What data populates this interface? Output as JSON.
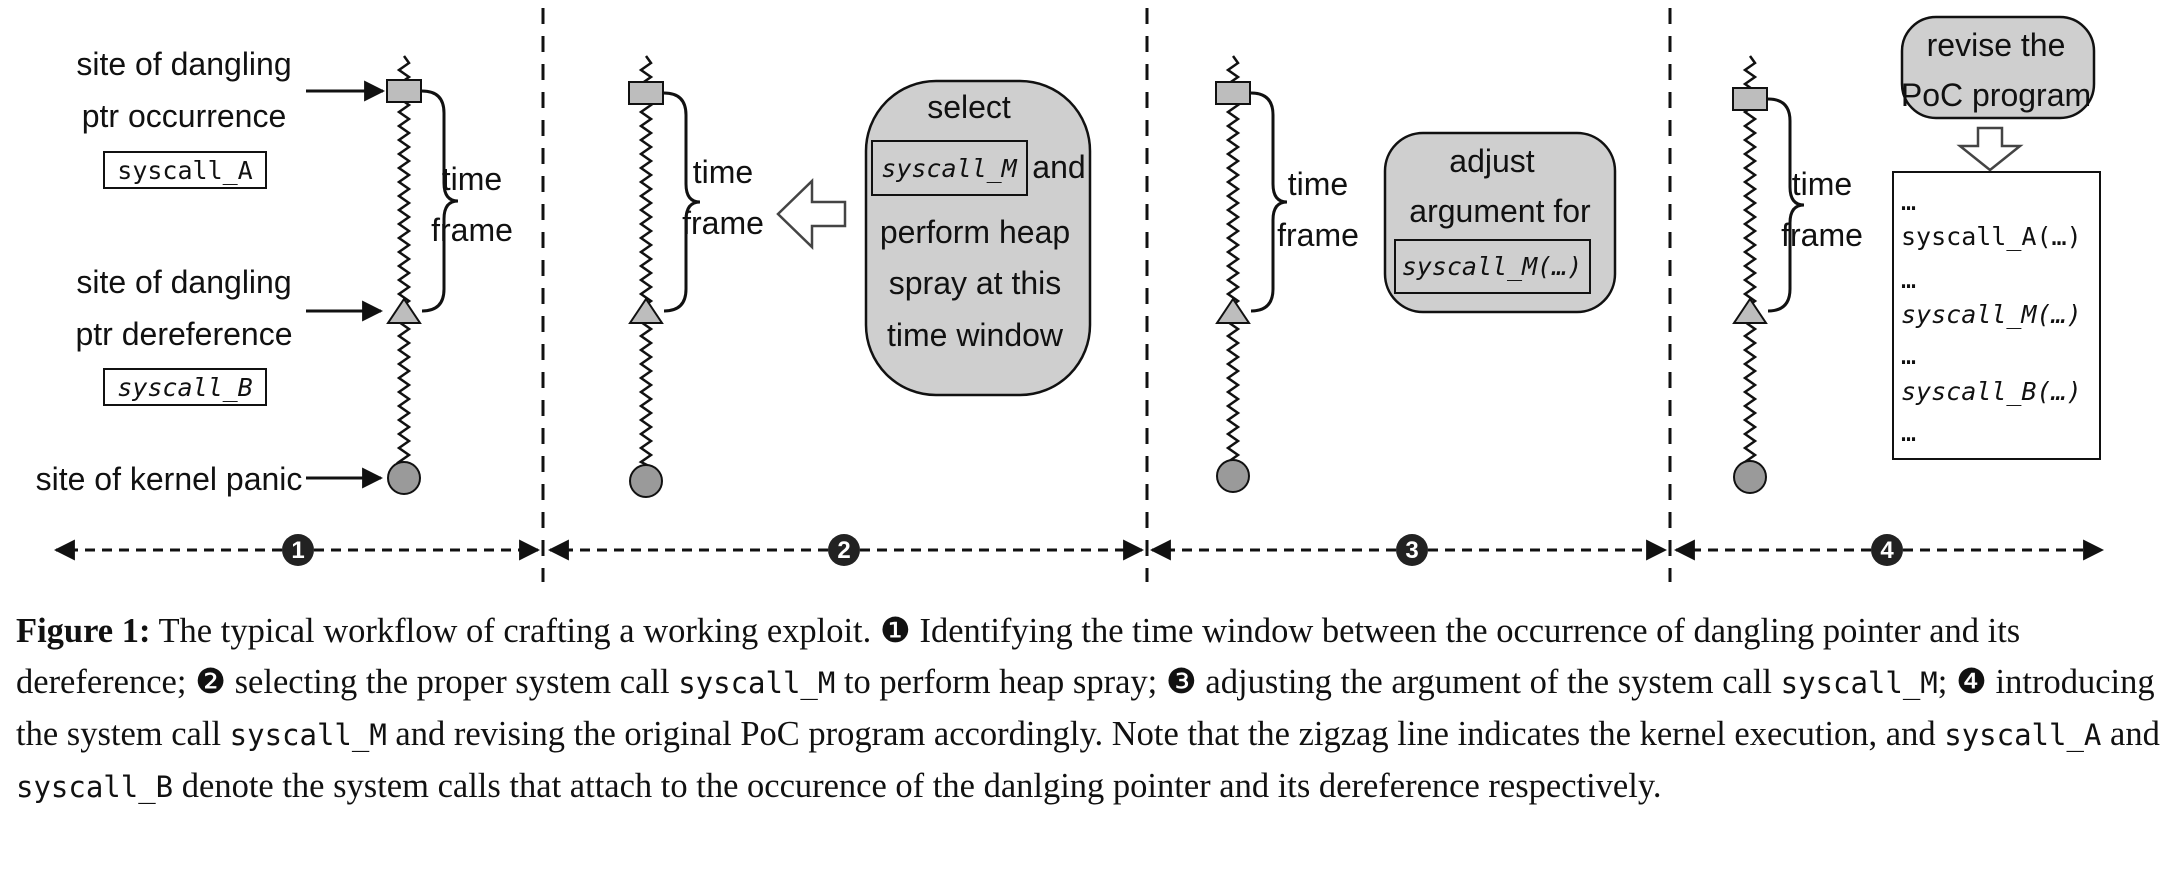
{
  "steps": [
    {
      "num": "1"
    },
    {
      "num": "2"
    },
    {
      "num": "3"
    },
    {
      "num": "4"
    }
  ],
  "panel1": {
    "occ_line1": "site of dangling",
    "occ_line2": "ptr occurrence",
    "syscall_a": "syscall_A",
    "deref_line1": "site of dangling",
    "deref_line2": "ptr dereference",
    "syscall_b": "syscall_B",
    "panic": "site of kernel panic",
    "tf1": "time",
    "tf2": "frame"
  },
  "panel2": {
    "tf1": "time",
    "tf2": "frame",
    "b1": "select",
    "b_code": "syscall_M",
    "b_and": "and",
    "b3": "perform heap",
    "b4": "spray at this",
    "b5": "time window"
  },
  "panel3": {
    "tf1": "time",
    "tf2": "frame",
    "b1": "adjust",
    "b2": "argument for",
    "b_code": "syscall_M(…)"
  },
  "panel4": {
    "tf1": "time",
    "tf2": "frame",
    "b1": "revise the",
    "b2": "PoC program",
    "lines": [
      "…",
      "syscall_A(…)",
      "…",
      "syscall_M(…)",
      "…",
      "syscall_B(…)",
      "…"
    ]
  },
  "caption": {
    "label": "Figure 1:",
    "t1": " The typical workflow of crafting a working exploit. ",
    "m1": "❶",
    "t2": " Identifying the time window between the occurrence of dangling pointer and its dereference; ",
    "m2": "❷",
    "t3": " selecting the proper system call ",
    "c1": "syscall_M",
    "t4": " to perform heap spray; ",
    "m3": "❸",
    "t5": " adjusting the argument of the system call ",
    "c2": "syscall_M",
    "t6": "; ",
    "m4": "❹",
    "t7": " introducing the system call ",
    "c3": "syscall_M",
    "t8": " and revising the original PoC program accordingly. Note that the zigzag line indicates the kernel execution, and ",
    "c4": "syscall_A",
    "t9": " and ",
    "c5": "syscall_B",
    "t10": " denote the system calls that attach to the occurence of the danlging pointer and its dereference respectively."
  }
}
